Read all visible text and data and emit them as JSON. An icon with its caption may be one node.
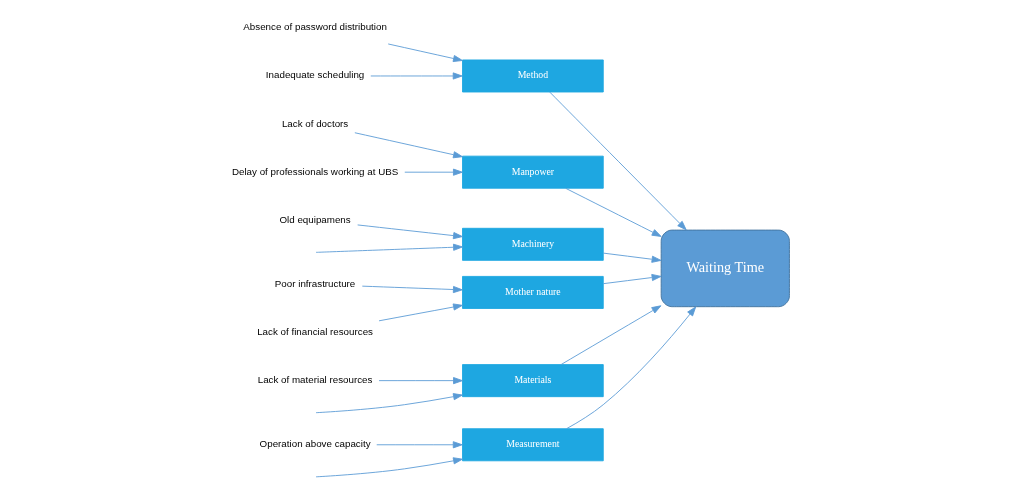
{
  "diagram": {
    "nodes": [
      {
        "text": [
          "Measurement"
        ]
      },
      {
        "text": [
          "Method"
        ]
      },
      {
        "text": [
          "Manpower"
        ]
      },
      {
        "text": [
          "Machinery"
        ]
      },
      {
        "text": [
          "Mother nature"
        ]
      },
      {
        "text": [
          "Materials"
        ]
      },
      {
        "text": [
          "Waiting Time"
        ]
      },
      {
        "text": [
          "Operation above capacity"
        ]
      },
      {
        "text": [
          "Absence of password distribution"
        ]
      },
      {
        "text": [
          "Inadequate scheduling"
        ]
      },
      {
        "text": [
          "Lack of doctors"
        ]
      },
      {
        "text": [
          "Delay of professionals working at UBS"
        ]
      },
      {
        "text": [
          "Old equipamens"
        ]
      },
      {
        "text": [
          "Poor infrastructure"
        ]
      },
      {
        "text": [
          "Lack of financial resources"
        ]
      },
      {
        "text": [
          "Lack of material resources"
        ]
      }
    ],
    "edges": [
      {
        "from": 7,
        "to": 0,
        "arrow": "to"
      },
      {
        "from": null,
        "to": 0,
        "arrow": "to"
      },
      {
        "from": 8,
        "to": 1,
        "arrow": "to"
      },
      {
        "from": 9,
        "to": 1,
        "arrow": "to"
      },
      {
        "from": 10,
        "to": 2,
        "arrow": "to"
      },
      {
        "from": 11,
        "to": 2,
        "arrow": "to"
      },
      {
        "from": 12,
        "to": 3,
        "arrow": "to"
      },
      {
        "from": null,
        "to": 3,
        "arrow": "to"
      },
      {
        "from": 13,
        "to": 4,
        "arrow": "to"
      },
      {
        "from": 14,
        "to": 4,
        "arrow": "to"
      },
      {
        "from": 15,
        "to": 5,
        "arrow": "to"
      },
      {
        "from": null,
        "to": 5,
        "arrow": "to"
      },
      {
        "from": 0,
        "to": 6,
        "arrow": "to"
      },
      {
        "from": 1,
        "to": 6,
        "arrow": "to"
      },
      {
        "from": 2,
        "to": 6,
        "arrow": "to"
      },
      {
        "from": 3,
        "to": 6,
        "arrow": "to"
      },
      {
        "from": 4,
        "to": 6,
        "arrow": "to"
      },
      {
        "from": 5,
        "to": 6,
        "arrow": "to"
      }
    ]
  }
}
